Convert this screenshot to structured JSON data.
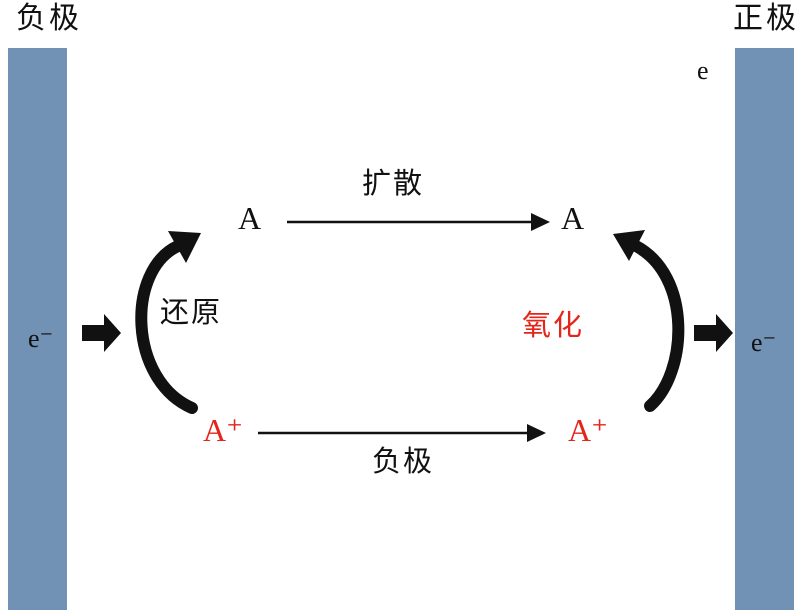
{
  "diagram": {
    "left_electrode_label": "负极",
    "right_electrode_label": "正极",
    "electron_top_right": "e",
    "electron_left": "e⁻",
    "electron_right": "e⁻",
    "species_a_top_left": "A",
    "species_a_top_right": "A",
    "species_a_plus_left": "A⁺",
    "species_a_plus_right": "A⁺",
    "diffusion_label": "扩散",
    "reduction_label": "还原",
    "oxidation_label": "氧化",
    "bottom_arrow_label": "负极"
  },
  "colors": {
    "electrode_blue": "#7292b5",
    "accent_red": "#e4251b",
    "ink_black": "#111111",
    "background": "#ffffff"
  }
}
